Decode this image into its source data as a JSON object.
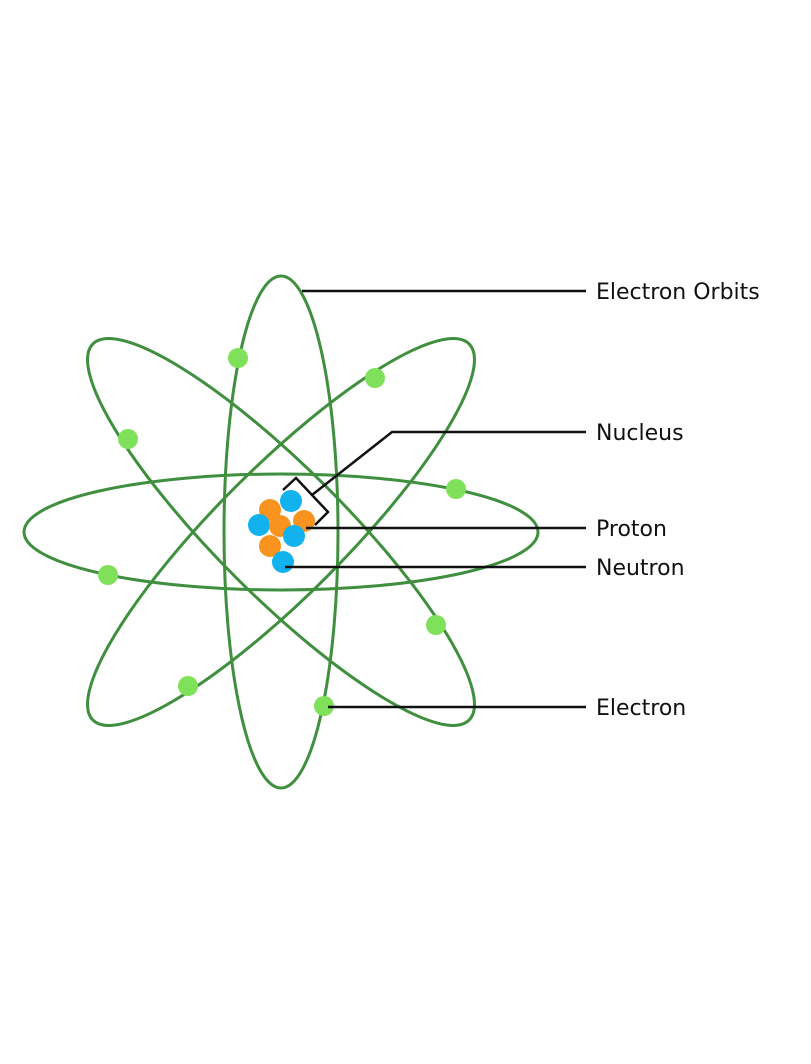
{
  "labels": {
    "electron_orbits": "Electron Orbits",
    "nucleus": "Nucleus",
    "proton": "Proton",
    "neutron": "Neutron",
    "electron": "Electron"
  },
  "colors": {
    "background": "#ffffff",
    "orbit": "#3f8f3f",
    "electron": "#7fe05a",
    "proton": "#f7931e",
    "neutron": "#12b2ef",
    "leader_line": "#111111",
    "text": "#111111"
  }
}
